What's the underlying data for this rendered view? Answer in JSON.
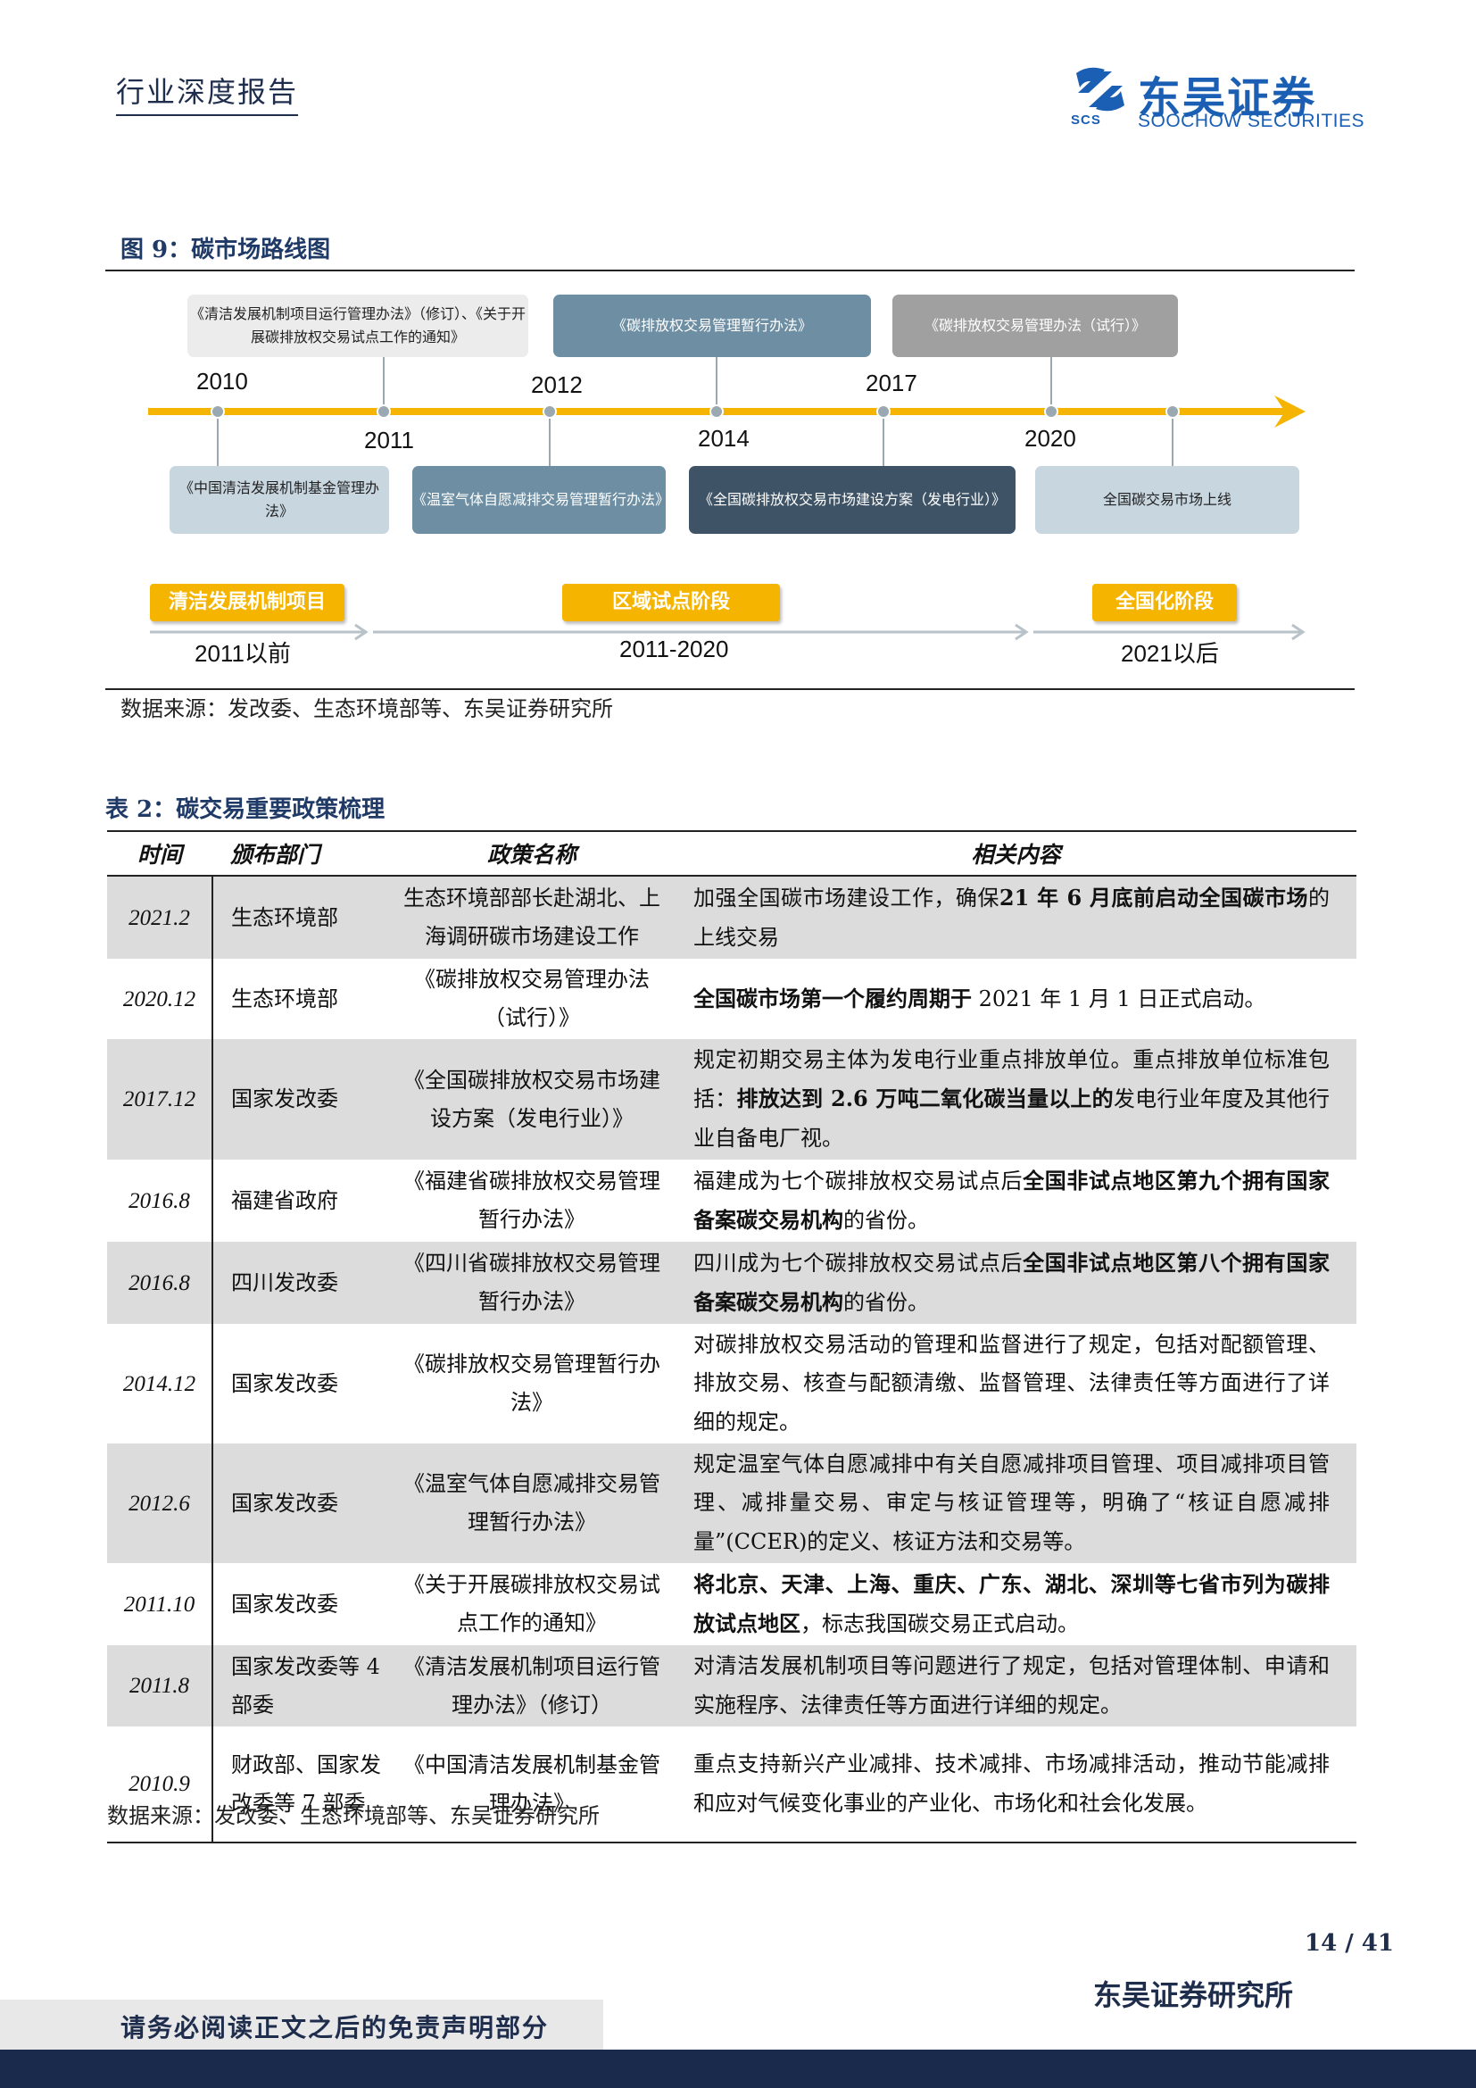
{
  "header": {
    "report_type": "行业深度报告",
    "logo_cn": "东吴证券",
    "logo_en": "SOOCHOW SECURITIES",
    "logo_abbr": "SCS"
  },
  "figure": {
    "title": "图 9：碳市场路线图",
    "top_boxes": [
      "《清洁发展机制项目运行管理办法》（修订）、《关于开展碳排放权交易试点工作的通知》",
      "《碳排放权交易管理暂行办法》",
      "《碳排放权交易管理办法（试行）》"
    ],
    "bottom_boxes": [
      "《中国清洁发展机制基金管理办法》",
      "《温室气体自愿减排交易管理暂行办法》",
      "《全国碳排放权交易市场建设方案（发电行业）》",
      "全国碳交易市场上线"
    ],
    "years": [
      "2010",
      "2011",
      "2012",
      "2014",
      "2017",
      "2020"
    ],
    "stages": [
      {
        "label": "清洁发展机制项目",
        "period": "2011以前"
      },
      {
        "label": "区域试点阶段",
        "period": "2011-2020"
      },
      {
        "label": "全国化阶段",
        "period": "2021以后"
      }
    ],
    "source": "数据来源：发改委、生态环境部等、东吴证券研究所",
    "colors": {
      "timeline": "#f5b400",
      "box_light": "#c8d6e0",
      "box_mid": "#6e8fa3",
      "box_dark": "#3e5365",
      "box_gray": "#a0a0a0",
      "box_pale": "#ececec"
    }
  },
  "table": {
    "title": "表 2：碳交易重要政策梳理",
    "headers": [
      "时间",
      "颁布部门",
      "政策名称",
      "相关内容"
    ],
    "rows": [
      {
        "time": "2021.2",
        "dept": "生态环境部",
        "name": "生态环境部部长赴湖北、上海调研碳市场建设工作",
        "c1": "加强全国碳市场建设工作，确保",
        "b1": "21 年 6 月底前启动全国碳市场",
        "c2": "的上线交易",
        "b2": "",
        "c3": ""
      },
      {
        "time": "2020.12",
        "dept": "生态环境部",
        "name": "《碳排放权交易管理办法（试行）》",
        "c1": "",
        "b1": "全国碳市场第一个履约周期于",
        "c2": " 2021 年 1 月 1 日正式启动。",
        "b2": "",
        "c3": ""
      },
      {
        "time": "2017.12",
        "dept": "国家发改委",
        "name": "《全国碳排放权交易市场建设方案（发电行业）》",
        "c1": "规定初期交易主体为发电行业重点排放单位。重点排放单位标准包括：",
        "b1": "排放达到 2.6 万吨二氧化碳当量以上的",
        "c2": "发电行业年度及其他行业自备电厂视。",
        "b2": "",
        "c3": ""
      },
      {
        "time": "2016.8",
        "dept": "福建省政府",
        "name": "《福建省碳排放权交易管理暂行办法》",
        "c1": "福建成为七个碳排放权交易试点后",
        "b1": "全国非试点地区第九个拥有国家备案碳交易机构",
        "c2": "的省份。",
        "b2": "",
        "c3": ""
      },
      {
        "time": "2016.8",
        "dept": "四川发改委",
        "name": "《四川省碳排放权交易管理暂行办法》",
        "c1": "四川成为七个碳排放权交易试点后",
        "b1": "全国非试点地区第八个拥有国家备案碳交易机构",
        "c2": "的省份。",
        "b2": "",
        "c3": ""
      },
      {
        "time": "2014.12",
        "dept": "国家发改委",
        "name": "《碳排放权交易管理暂行办法》",
        "c1": "对碳排放权交易活动的管理和监督进行了规定，包括对配额管理、排放交易、核查与配额清缴、监督管理、法律责任等方面进行了详细的规定。",
        "b1": "",
        "c2": "",
        "b2": "",
        "c3": ""
      },
      {
        "time": "2012.6",
        "dept": "国家发改委",
        "name": "《温室气体自愿减排交易管理暂行办法》",
        "c1": "规定温室气体自愿减排中有关自愿减排项目管理、项目减排项目管理、减排量交易、审定与核证管理等，明确了“核证自愿减排量”(CCER)的定义、核证方法和交易等。",
        "b1": "",
        "c2": "",
        "b2": "",
        "c3": ""
      },
      {
        "time": "2011.10",
        "dept": "国家发改委",
        "name": "《关于开展碳排放权交易试点工作的通知》",
        "c1": "",
        "b1": "将北京、天津、上海、重庆、广东、湖北、深圳等七省市列为碳排放试点地区",
        "c2": "，标志我国碳交易正式启动。",
        "b2": "",
        "c3": ""
      },
      {
        "time": "2011.8",
        "dept": "国家发改委等 4 部委",
        "name": "《清洁发展机制项目运行管理办法》（修订）",
        "c1": "对清洁发展机制项目等问题进行了规定，包括对管理体制、申请和实施程序、法律责任等方面进行详细的规定。",
        "b1": "",
        "c2": "",
        "b2": "",
        "c3": ""
      },
      {
        "time": "2010.9",
        "dept": "财政部、国家发改委等 7 部委",
        "name": "《中国清洁发展机制基金管理办法》",
        "c1": "重点支持新兴产业减排、技术减排、市场减排活动，推动节能减排和应对气候变化事业的产业化、市场化和社会化发展。",
        "b1": "",
        "c2": "",
        "b2": "",
        "c3": ""
      }
    ],
    "source": "数据来源：发改委、生态环境部等、东吴证券研究所"
  },
  "footer": {
    "page": "14 / 41",
    "institute": "东吴证券研究所",
    "disclaimer": "请务必阅读正文之后的免责声明部分"
  }
}
